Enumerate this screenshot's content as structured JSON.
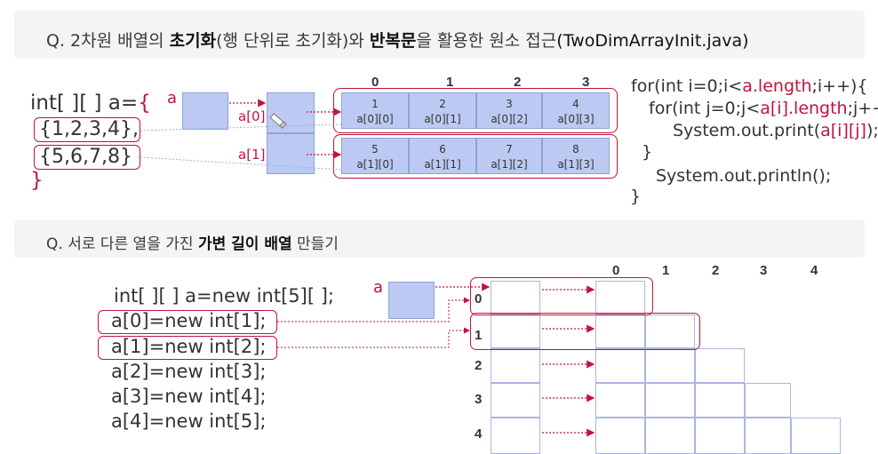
{
  "q1": {
    "prefix": "Q. 2차원 배열의 ",
    "b1": "초기화",
    "mid1": "(행 단위로 초기화)와 ",
    "b2": "반복문",
    "mid2": "을 활용한 원소 접근",
    "tail": "(TwoDimArrayInit.java)"
  },
  "q2": {
    "prefix": "Q. 서로 다른 열을 가진 ",
    "b1": "가변 길이 배열",
    "tail": " 만들기"
  },
  "decl1": {
    "line1_black": "int[ ][ ] a=",
    "line1_red": "{",
    "row0": "{1,2,3,4},",
    "row1": "{5,6,7,8}",
    "close": "}"
  },
  "ref1": {
    "a": "a",
    "a0": "a[0]",
    "a1": "a[1]"
  },
  "col_headers": [
    "0",
    "1",
    "2",
    "3"
  ],
  "matrix": [
    [
      {
        "v": "1",
        "n": "a[0][0]"
      },
      {
        "v": "2",
        "n": "a[0][1]"
      },
      {
        "v": "3",
        "n": "a[0][2]"
      },
      {
        "v": "4",
        "n": "a[0][3]"
      }
    ],
    [
      {
        "v": "5",
        "n": "a[1][0]"
      },
      {
        "v": "6",
        "n": "a[1][1]"
      },
      {
        "v": "7",
        "n": "a[1][2]"
      },
      {
        "v": "8",
        "n": "a[1][3]"
      }
    ]
  ],
  "loop": {
    "l1a": "for(int i=0;i<",
    "l1b": "a.length",
    "l1c": ";i++){",
    "l2a": "for(int j=0;j<",
    "l2b": "a[i].length",
    "l2c": ";j++){",
    "l3a": "System.out.print(",
    "l3b": "a[i][j]",
    "l3c": ");",
    "l4": "}",
    "l5": "System.out.println();",
    "l6": "}"
  },
  "decl2": [
    "int[ ][ ] a=new int[5][ ];",
    "a[0]=new int[1];",
    "a[1]=new int[2];",
    "a[2]=new int[3];",
    "a[3]=new int[4];",
    "a[4]=new int[5];"
  ],
  "ref2": {
    "a": "a"
  },
  "jag_col_headers": [
    "0",
    "1",
    "2",
    "3",
    "4"
  ],
  "jag_row_headers": [
    "0",
    "1",
    "2",
    "3",
    "4"
  ],
  "colors": {
    "accent": "#c0143c",
    "cell_fill": "#bccaf3",
    "cell_border": "#8ea2d6",
    "bar": "#f4f4f4"
  }
}
